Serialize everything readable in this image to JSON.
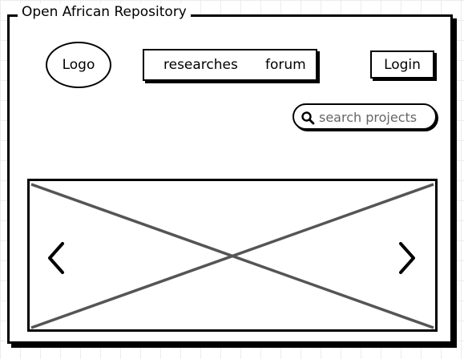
{
  "window": {
    "title": "Open African Repository"
  },
  "header": {
    "logo_label": "Logo",
    "nav": [
      {
        "label": "researches"
      },
      {
        "label": "forum"
      }
    ],
    "login_label": "Login"
  },
  "search": {
    "placeholder": "search projects",
    "icon": "search-icon"
  },
  "carousel": {
    "prev_icon": "chevron-left-icon",
    "next_icon": "chevron-right-icon"
  }
}
